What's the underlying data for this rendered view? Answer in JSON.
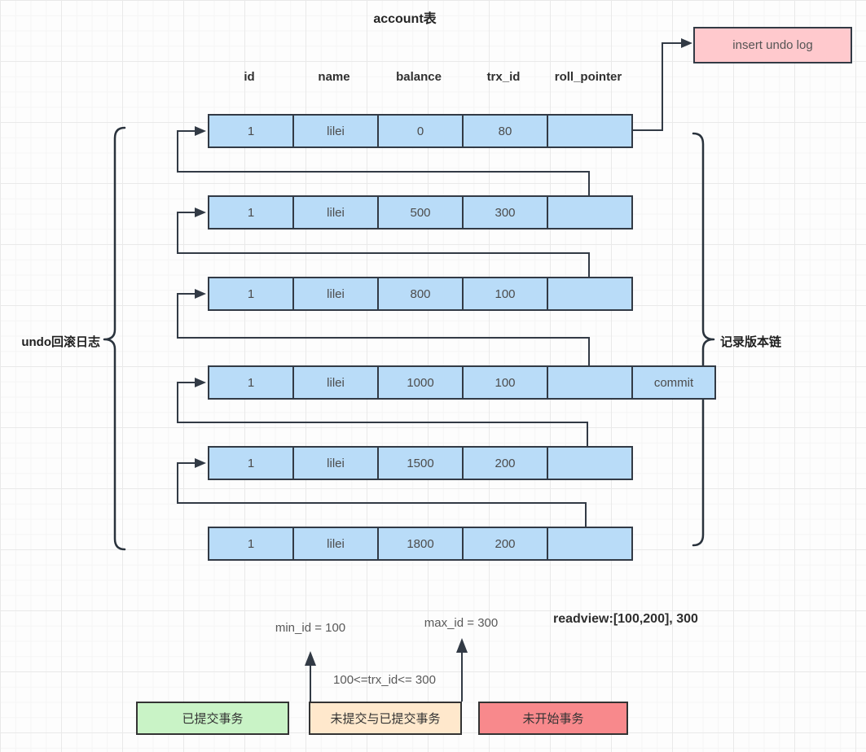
{
  "title": "account表",
  "table": {
    "columns": [
      "id",
      "name",
      "balance",
      "trx_id",
      "roll_pointer"
    ],
    "rows": [
      {
        "cells": [
          "1",
          "lilei",
          "0",
          "80",
          ""
        ]
      },
      {
        "cells": [
          "1",
          "lilei",
          "500",
          "300",
          ""
        ]
      },
      {
        "cells": [
          "1",
          "lilei",
          "800",
          "100",
          ""
        ]
      },
      {
        "cells": [
          "1",
          "lilei",
          "1000",
          "100",
          ""
        ],
        "tag": "commit"
      },
      {
        "cells": [
          "1",
          "lilei",
          "1500",
          "200",
          ""
        ]
      },
      {
        "cells": [
          "1",
          "lilei",
          "1800",
          "200",
          ""
        ]
      }
    ],
    "commit_label": "commit"
  },
  "insert_undo_box": {
    "label": "insert undo log"
  },
  "left_brace_label": "undo回滚日志",
  "right_brace_label": "记录版本链",
  "readview": {
    "min_text": "min_id = 100",
    "max_text": "max_id = 300",
    "range_text": "100<=trx_id<= 300",
    "summary_text": "readview:[100,200], 300"
  },
  "legend": [
    {
      "label": "已提交事务",
      "color": "#c9f3c6",
      "name": "legend-committed"
    },
    {
      "label": "未提交与已提交事务",
      "color": "#ffe8cc",
      "name": "legend-uncommitted-and-committed"
    },
    {
      "label": "未开始事务",
      "color": "#f8898c",
      "name": "legend-not-started"
    }
  ],
  "colors": {
    "record_fill": "#b9dcf8",
    "insert_undo_fill": "#ffc9cd",
    "stroke": "#323a45"
  }
}
